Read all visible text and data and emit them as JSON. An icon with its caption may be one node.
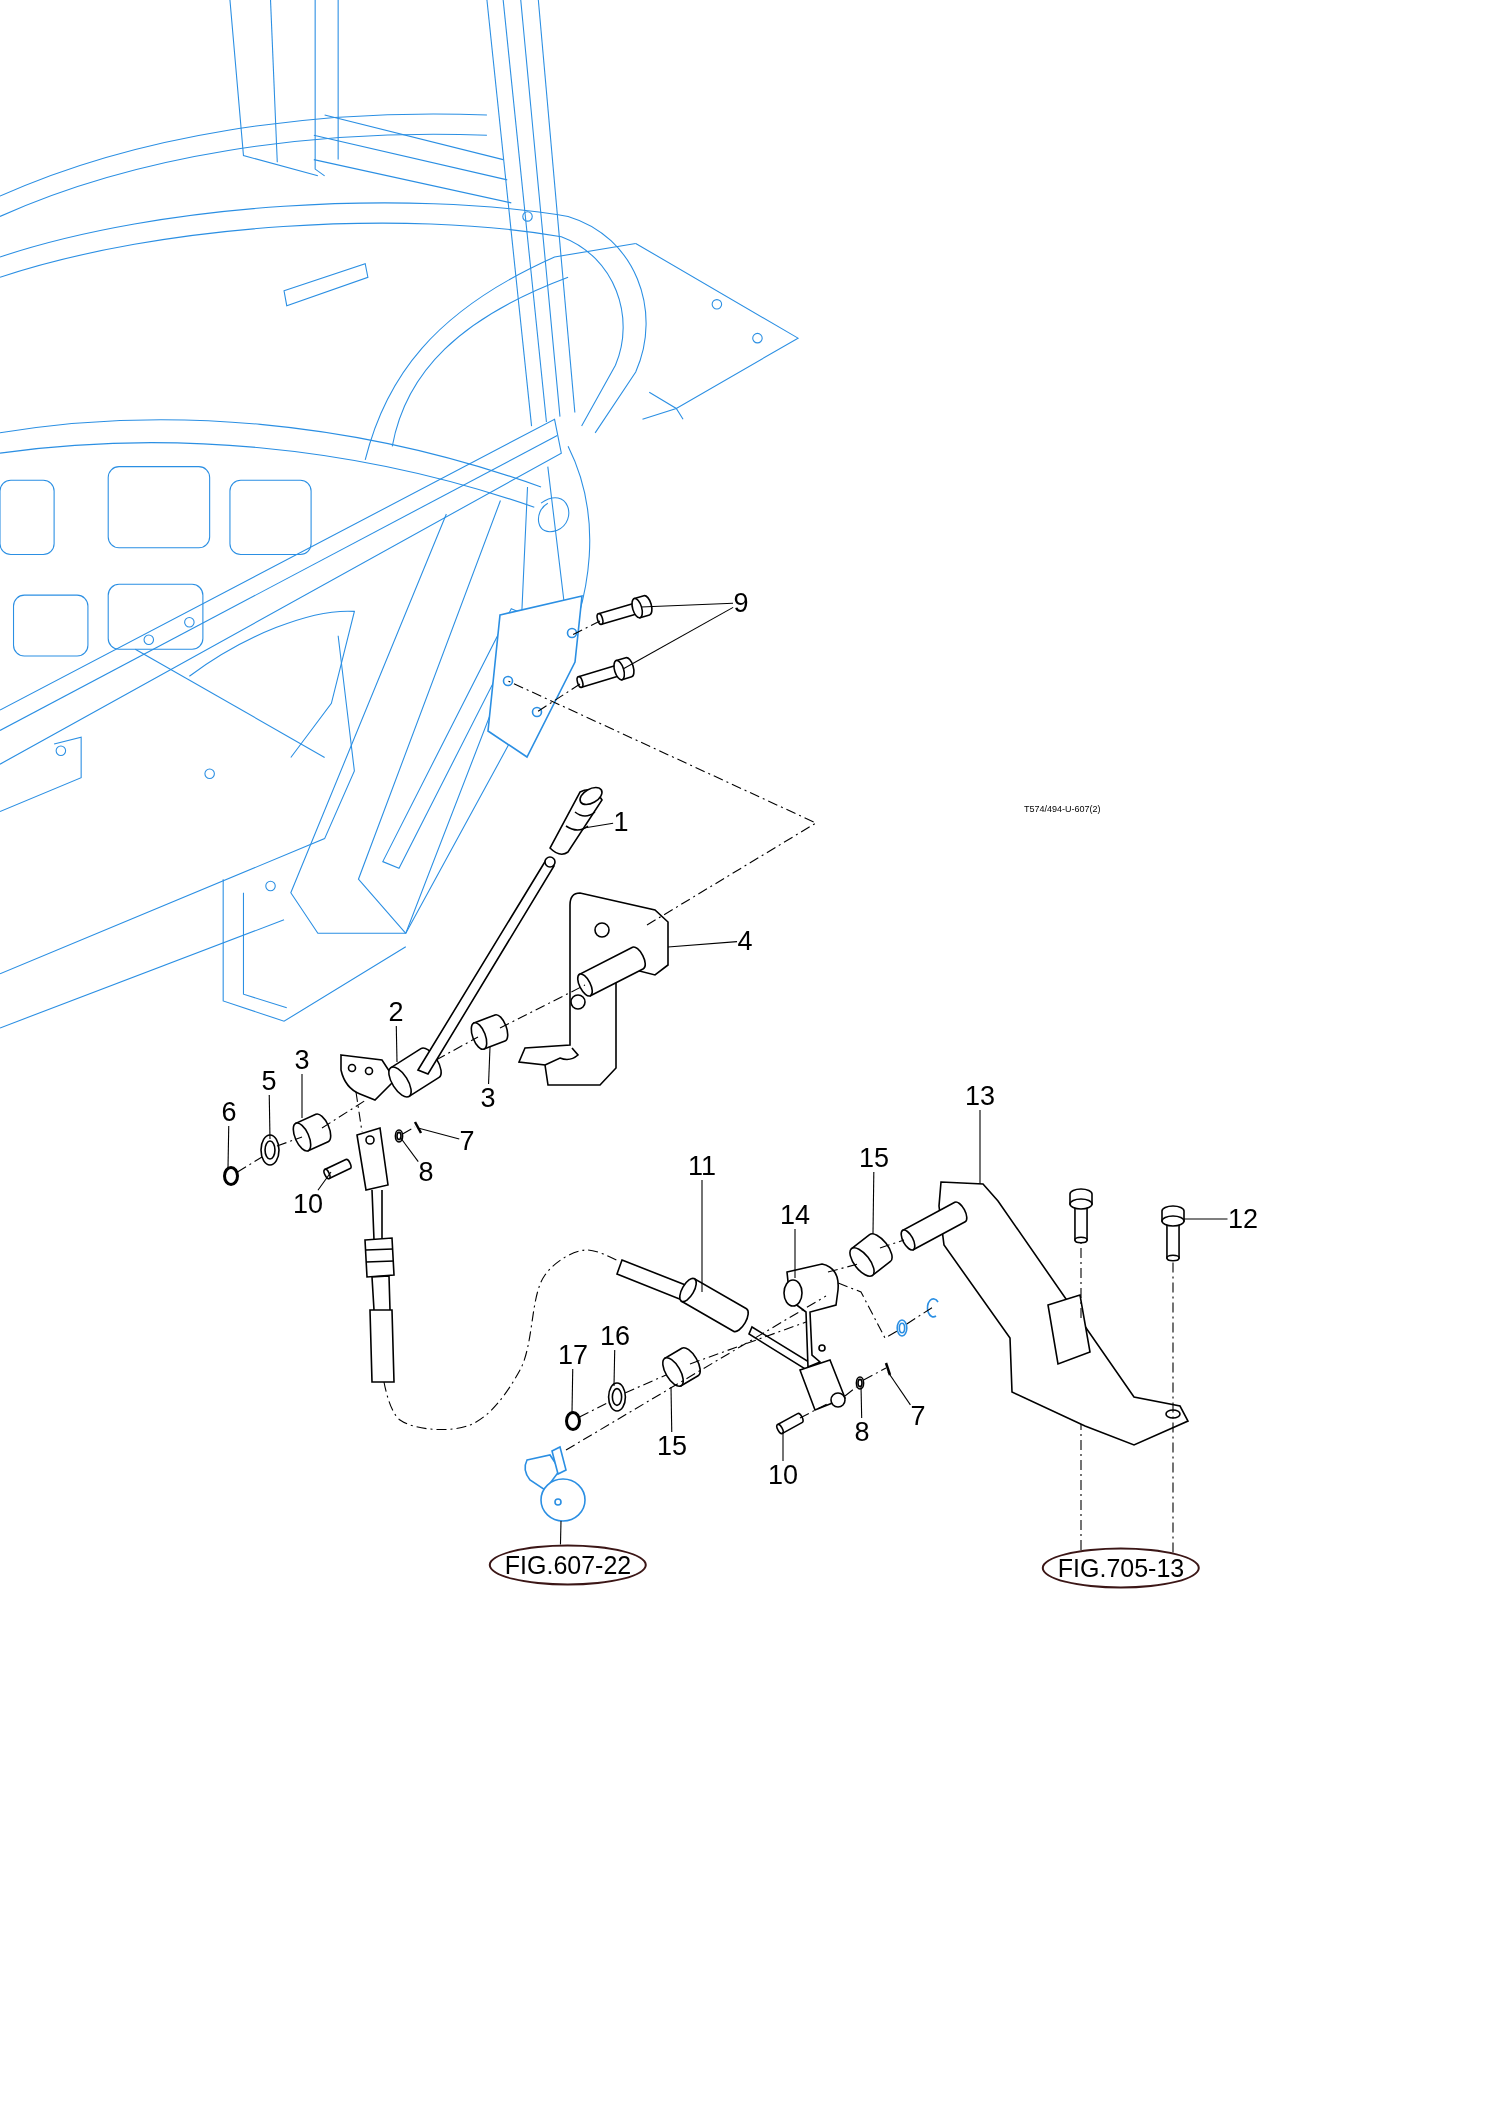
{
  "diagram": {
    "nodes": [
      {
        "text": [
          "9"
        ]
      },
      {
        "text": [
          "1"
        ]
      },
      {
        "text": [
          "4"
        ]
      },
      {
        "text": [
          "2"
        ]
      },
      {
        "text": [
          "3"
        ]
      },
      {
        "text": [
          "5"
        ]
      },
      {
        "text": [
          "3"
        ]
      },
      {
        "text": [
          "6"
        ]
      },
      {
        "text": [
          "7"
        ]
      },
      {
        "text": [
          "11"
        ]
      },
      {
        "text": [
          "13"
        ]
      },
      {
        "text": [
          "15"
        ]
      },
      {
        "text": [
          "8"
        ]
      },
      {
        "text": [
          "10"
        ]
      },
      {
        "text": [
          "14"
        ]
      },
      {
        "text": [
          "12"
        ]
      },
      {
        "text": [
          "16"
        ]
      },
      {
        "text": [
          "17"
        ]
      },
      {
        "text": [
          "7"
        ]
      },
      {
        "text": [
          "8"
        ]
      },
      {
        "text": [
          "15"
        ]
      },
      {
        "text": [
          "10"
        ]
      },
      {
        "text": [
          "FIG.607-22"
        ]
      },
      {
        "text": [
          "FIG.705-13"
        ]
      },
      {
        "text": [],
        "shape": "picture"
      },
      {
        "text": [],
        "shape": "picture"
      },
      {
        "text": [],
        "shape": "picture"
      },
      {
        "text": [],
        "shape": "picture"
      },
      {
        "text": [],
        "shape": "picture"
      },
      {
        "text": [],
        "shape": "picture"
      },
      {
        "text": [],
        "shape": "picture"
      },
      {
        "text": [],
        "shape": "picture"
      },
      {
        "text": [],
        "shape": "circle"
      },
      {
        "text": [],
        "shape": "picture"
      },
      {
        "text": [],
        "shape": "picture"
      },
      {
        "text": [],
        "shape": "picture"
      },
      {
        "text": [],
        "shape": "bar"
      },
      {
        "text": [],
        "shape": "picture"
      },
      {
        "text": [],
        "shape": "picture"
      },
      {
        "text": [],
        "shape": "picture"
      },
      {
        "text": [],
        "shape": "picture"
      },
      {
        "text": [],
        "shape": "picture"
      },
      {
        "text": [],
        "shape": "picture"
      },
      {
        "text": [],
        "shape": "picture"
      },
      {
        "text": [],
        "shape": "picture"
      },
      {
        "text": [],
        "shape": "picture"
      },
      {
        "text": [],
        "shape": "picture"
      },
      {
        "text": [],
        "shape": "circle"
      },
      {
        "text": [],
        "shape": "picture"
      },
      {
        "text": [],
        "shape": "picture"
      },
      {
        "text": [],
        "shape": "bar"
      },
      {
        "text": [],
        "shape": "picture"
      },
      {
        "text": [],
        "shape": "picture"
      },
      {
        "text": [],
        "shape": "picture"
      }
    ],
    "edges": [
      {
        "from": 0,
        "to": 24,
        "arrow": "none"
      },
      {
        "from": 0,
        "to": 25,
        "arrow": "none"
      },
      {
        "from": 1,
        "to": 27,
        "arrow": "none"
      },
      {
        "from": 2,
        "to": 28,
        "arrow": "none"
      },
      {
        "from": 3,
        "to": 29,
        "arrow": "none"
      },
      {
        "from": 4,
        "to": 30,
        "arrow": "none"
      },
      {
        "from": 5,
        "to": 31,
        "arrow": "none"
      },
      {
        "from": 6,
        "to": 33,
        "arrow": "none"
      },
      {
        "from": 7,
        "to": 32,
        "arrow": "none"
      },
      {
        "from": 8,
        "to": 36,
        "arrow": "none"
      },
      {
        "from": 9,
        "to": 38,
        "arrow": "none"
      },
      {
        "from": 10,
        "to": 41,
        "arrow": "none"
      },
      {
        "from": 11,
        "to": 40,
        "arrow": "none"
      },
      {
        "from": 12,
        "to": 35,
        "arrow": "none"
      },
      {
        "from": 13,
        "to": 37,
        "arrow": "none"
      },
      {
        "from": 14,
        "to": 39,
        "arrow": "none"
      },
      {
        "from": 15,
        "to": 43,
        "arrow": "none"
      },
      {
        "from": 16,
        "to": 46,
        "arrow": "none"
      },
      {
        "from": 17,
        "to": 47,
        "arrow": "none"
      },
      {
        "from": 18,
        "to": 50,
        "arrow": "none"
      },
      {
        "from": 19,
        "to": 49,
        "arrow": "none"
      },
      {
        "from": 20,
        "to": 48,
        "arrow": "none"
      },
      {
        "from": 21,
        "to": 51,
        "arrow": "none"
      },
      {
        "from": 22,
        "to": 52,
        "arrow": "none"
      },
      {
        "from": 23,
        "to": 41,
        "arrow": "none",
        "style": "dashed"
      },
      {
        "from": 23,
        "to": 43,
        "arrow": "none",
        "style": "dashed"
      },
      {
        "from": 24,
        "to": 26,
        "arrow": "none",
        "style": "dashed"
      },
      {
        "from": 25,
        "to": 26,
        "arrow": "none",
        "style": "dashed"
      },
      {
        "from": 28,
        "to": 26,
        "arrow": "none",
        "style": "dashed"
      },
      {
        "from": 29,
        "to": 33,
        "arrow": "none",
        "style": "dashed"
      },
      {
        "from": 33,
        "to": 28,
        "arrow": "none",
        "style": "dashed"
      },
      {
        "from": 32,
        "to": 31,
        "arrow": "none",
        "style": "dashed"
      },
      {
        "from": 31,
        "to": 30,
        "arrow": "none",
        "style": "dashed"
      },
      {
        "from": 30,
        "to": 29,
        "arrow": "none",
        "style": "dashed"
      },
      {
        "from": 29,
        "to": 34,
        "arrow": "none",
        "style": "dashed"
      },
      {
        "from": 35,
        "to": 36,
        "arrow": "none",
        "style": "dashed"
      },
      {
        "from": 34,
        "to": 38,
        "arrow": "none",
        "style": "dashed"
      },
      {
        "from": 52,
        "to": 39,
        "arrow": "none",
        "style": "dashed"
      },
      {
        "from": 39,
        "to": 44,
        "arrow": "none",
        "style": "dashed"
      },
      {
        "from": 44,
        "to": 45,
        "arrow": "none",
        "style": "dashed"
      },
      {
        "from": 47,
        "to": 46,
        "arrow": "none",
        "style": "dashed"
      },
      {
        "from": 46,
        "to": 48,
        "arrow": "none",
        "style": "dashed"
      },
      {
        "from": 48,
        "to": 39,
        "arrow": "none",
        "style": "dashed"
      },
      {
        "from": 39,
        "to": 40,
        "arrow": "none",
        "style": "dashed"
      },
      {
        "from": 40,
        "to": 41,
        "arrow": "none",
        "style": "dashed"
      },
      {
        "from": 51,
        "to": 53,
        "arrow": "none",
        "style": "dashed"
      },
      {
        "from": 53,
        "to": 49,
        "arrow": "none",
        "style": "dashed"
      },
      {
        "from": 49,
        "to": 50,
        "arrow": "none",
        "style": "dashed"
      },
      {
        "from": 41,
        "to": 42,
        "arrow": "none",
        "style": "dashed"
      }
    ],
    "labels": [
      "T574/494-U-607(2)"
    ]
  }
}
